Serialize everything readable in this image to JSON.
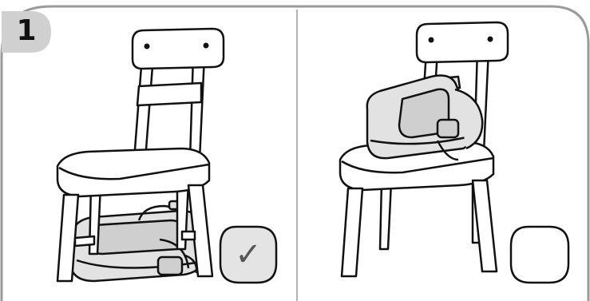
{
  "step": {
    "number": "1"
  },
  "panels": [
    {
      "name": "correct-placement",
      "status_mark": "✓",
      "marked": true
    },
    {
      "name": "incorrect-placement",
      "status_mark": "",
      "marked": false
    }
  ],
  "colors": {
    "frame": "#9a9a9a",
    "badge": "#d0d0d0",
    "check_box": "#e4e4e4",
    "line_art": "#111111",
    "bag_fill": "#e2e2e2",
    "bag_panel": "#cfcfcf"
  },
  "icons": [
    "chair-icon",
    "booster-bag-icon",
    "checkmark-icon"
  ]
}
